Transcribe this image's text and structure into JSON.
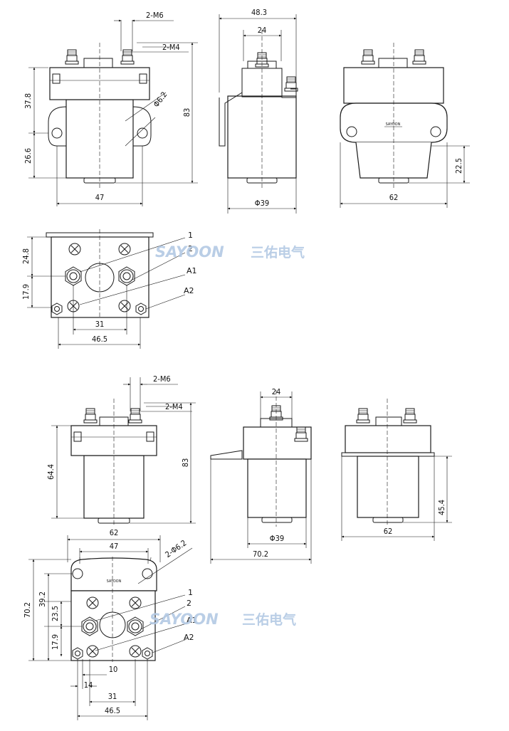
{
  "watermark": {
    "brand_en": "SAYOON",
    "brand_cn": "三佑电气",
    "color": "#b3c9e4"
  },
  "device_logo": "SAYOON",
  "top_front": {
    "thread_large": "2-M6",
    "thread_small": "2-M4",
    "height_upper": "37.8",
    "height_lower": "26.6",
    "total_height": "83",
    "hole": "Φ6.2",
    "width": "47"
  },
  "top_side": {
    "width_total": "48.3",
    "terminal_pitch": "24",
    "coil_diameter": "Φ39"
  },
  "top_rear": {
    "coil_height": "22.5",
    "width": "62"
  },
  "top_plan": {
    "row_upper": "24.8",
    "row_lower": "17.9",
    "term_pitch": "31",
    "base_width": "46.5",
    "labels": [
      "1",
      "2",
      "A1",
      "A2"
    ]
  },
  "bottom_front": {
    "thread_large": "2-M6",
    "thread_small": "2-M4",
    "body_height": "64.4",
    "total_height": "83",
    "width": "62"
  },
  "bottom_side": {
    "terminal_pitch": "24",
    "coil_diameter": "Φ39",
    "total_length": "70.2"
  },
  "bottom_rear": {
    "coil_height": "45.4",
    "width": "62"
  },
  "bottom_plan": {
    "bracket_width": "47",
    "hole": "2-Φ6.2",
    "total": "70.2",
    "mid": "39.2",
    "upper": "23.5",
    "lower": "17.9",
    "term_offset": "10",
    "small_offset": "14",
    "term_pitch": "31",
    "base_width": "46.5",
    "labels": [
      "1",
      "2",
      "A1",
      "A2"
    ]
  }
}
